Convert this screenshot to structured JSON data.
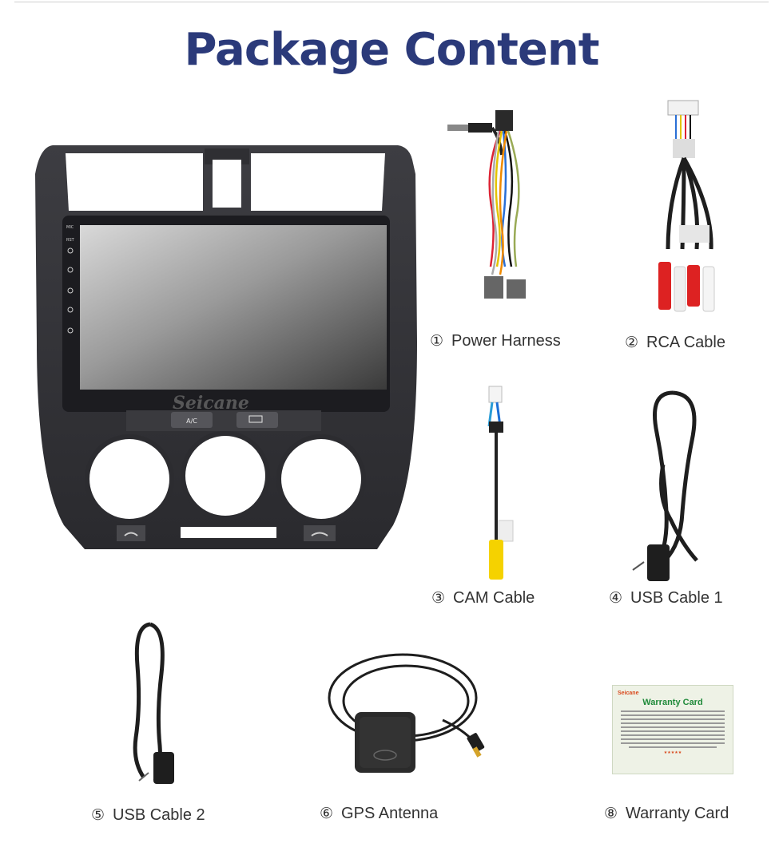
{
  "title": "Package Content",
  "brand": "Seicane",
  "unit": {
    "ac_label": "A/C",
    "side_labels": [
      "MIC",
      "RST"
    ]
  },
  "items": [
    {
      "num": "①",
      "label": "Power Harness"
    },
    {
      "num": "②",
      "label": "RCA Cable"
    },
    {
      "num": "③",
      "label": "CAM Cable"
    },
    {
      "num": "④",
      "label": "USB Cable 1"
    },
    {
      "num": "⑤",
      "label": "USB Cable 2"
    },
    {
      "num": "⑥",
      "label": "GPS Antenna"
    },
    {
      "num": "⑧",
      "label": "Warranty Card"
    }
  ],
  "warranty_card": {
    "brand": "Seicane",
    "title": "Warranty Card",
    "stars": "★★★★★"
  },
  "colors": {
    "title": "#2b3a7a",
    "card_green": "#1f8a3a",
    "card_brand": "#d94a1e",
    "card_bg": "#eef2e6"
  }
}
